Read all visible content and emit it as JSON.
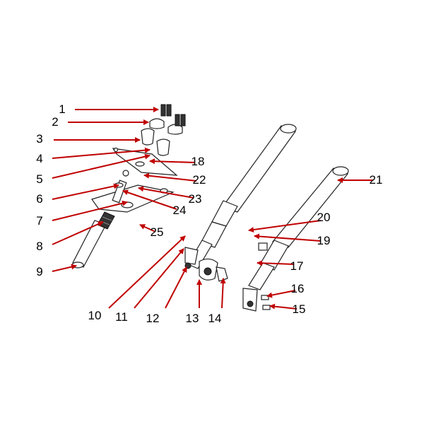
{
  "diagram": {
    "callouts": [
      {
        "id": "1",
        "label": "1"
      },
      {
        "id": "2",
        "label": "2"
      },
      {
        "id": "3",
        "label": "3"
      },
      {
        "id": "4",
        "label": "4"
      },
      {
        "id": "5",
        "label": "5"
      },
      {
        "id": "6",
        "label": "6"
      },
      {
        "id": "7",
        "label": "7"
      },
      {
        "id": "8",
        "label": "8"
      },
      {
        "id": "9",
        "label": "9"
      },
      {
        "id": "10",
        "label": "10"
      },
      {
        "id": "11",
        "label": "11"
      },
      {
        "id": "12",
        "label": "12"
      },
      {
        "id": "13",
        "label": "13"
      },
      {
        "id": "14",
        "label": "14"
      },
      {
        "id": "15",
        "label": "15"
      },
      {
        "id": "16",
        "label": "16"
      },
      {
        "id": "17",
        "label": "17"
      },
      {
        "id": "18",
        "label": "18"
      },
      {
        "id": "19",
        "label": "19"
      },
      {
        "id": "20",
        "label": "20"
      },
      {
        "id": "21",
        "label": "21"
      },
      {
        "id": "22",
        "label": "22"
      },
      {
        "id": "23",
        "label": "23"
      },
      {
        "id": "24",
        "label": "24"
      },
      {
        "id": "25",
        "label": "25"
      }
    ],
    "colors": {
      "arrow": "#c00000",
      "line": "#222222",
      "background": "#ffffff"
    }
  }
}
